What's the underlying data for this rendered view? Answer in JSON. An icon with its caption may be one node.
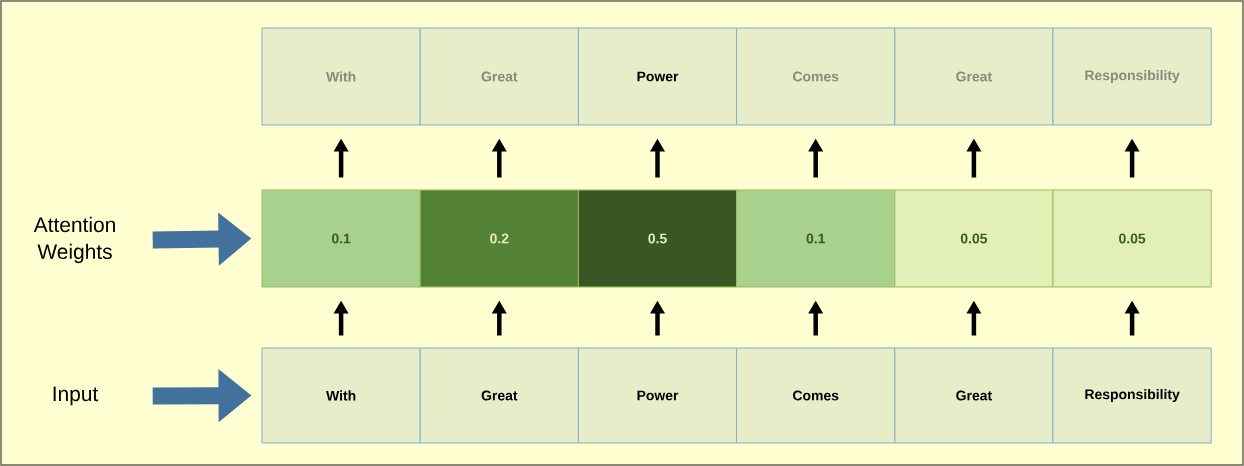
{
  "diagram": {
    "nodes": [
      {
        "text": [
          "With"
        ]
      },
      {
        "text": [
          "Great"
        ]
      },
      {
        "text": [
          "Power"
        ]
      },
      {
        "text": [
          "Comes"
        ]
      },
      {
        "text": [
          "Great"
        ]
      },
      {
        "text": [
          "Responsibility"
        ]
      },
      {
        "text": [
          "0.1"
        ]
      },
      {
        "text": [
          "0.2"
        ]
      },
      {
        "text": [
          "0.5"
        ]
      },
      {
        "text": [
          "0.1"
        ]
      },
      {
        "text": [
          "0.05"
        ]
      },
      {
        "text": [
          "0.05"
        ]
      },
      {
        "text": [
          "With"
        ]
      },
      {
        "text": [
          "Great"
        ]
      },
      {
        "text": [
          "Power"
        ]
      },
      {
        "text": [
          "Comes"
        ]
      },
      {
        "text": [
          "Great"
        ]
      },
      {
        "text": [
          "Responsibility"
        ]
      },
      {
        "text": [
          "Attention Weights"
        ]
      },
      {
        "text": [
          "Input"
        ]
      }
    ],
    "edges": [
      {
        "from": 6,
        "to": 0,
        "arrow": "to"
      },
      {
        "from": 7,
        "to": 1,
        "arrow": "to"
      },
      {
        "from": 8,
        "to": 2,
        "arrow": "to"
      },
      {
        "from": 9,
        "to": 3,
        "arrow": "to"
      },
      {
        "from": 10,
        "to": 4,
        "arrow": "to"
      },
      {
        "from": 11,
        "to": 5,
        "arrow": "to"
      },
      {
        "from": 12,
        "to": 6,
        "arrow": "to"
      },
      {
        "from": 13,
        "to": 7,
        "arrow": "to"
      },
      {
        "from": 14,
        "to": 8,
        "arrow": "to"
      },
      {
        "from": 15,
        "to": 9,
        "arrow": "to"
      },
      {
        "from": 16,
        "to": 10,
        "arrow": "to"
      },
      {
        "from": 17,
        "to": 11,
        "arrow": "to"
      },
      {
        "from": 18,
        "to": 6,
        "arrow": "to",
        "style": "thick",
        "color": "#41719c"
      },
      {
        "from": 19,
        "to": 12,
        "arrow": "to",
        "style": "thick",
        "color": "#41719c"
      }
    ]
  }
}
